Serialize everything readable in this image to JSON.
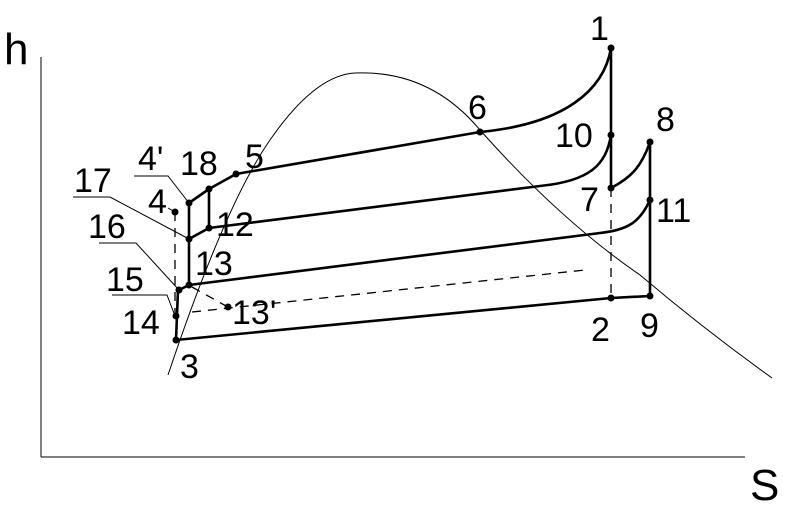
{
  "axes": {
    "y_label": "h",
    "x_label": "S"
  },
  "points": [
    "1",
    "2",
    "3",
    "4",
    "4'",
    "5",
    "6",
    "7",
    "8",
    "9",
    "10",
    "11",
    "12",
    "13",
    "13'",
    "14",
    "15",
    "16",
    "17",
    "18"
  ],
  "label_text": {
    "p1": "1",
    "p2": "2",
    "p3": "3",
    "p4": "4",
    "p4p": "4'",
    "p5": "5",
    "p6": "6",
    "p7": "7",
    "p8": "8",
    "p9": "9",
    "p10": "10",
    "p11": "11",
    "p12": "12",
    "p13": "13",
    "p13p": "13'",
    "p14": "14",
    "p15": "15",
    "p16": "16",
    "p17": "17",
    "p18": "18"
  }
}
